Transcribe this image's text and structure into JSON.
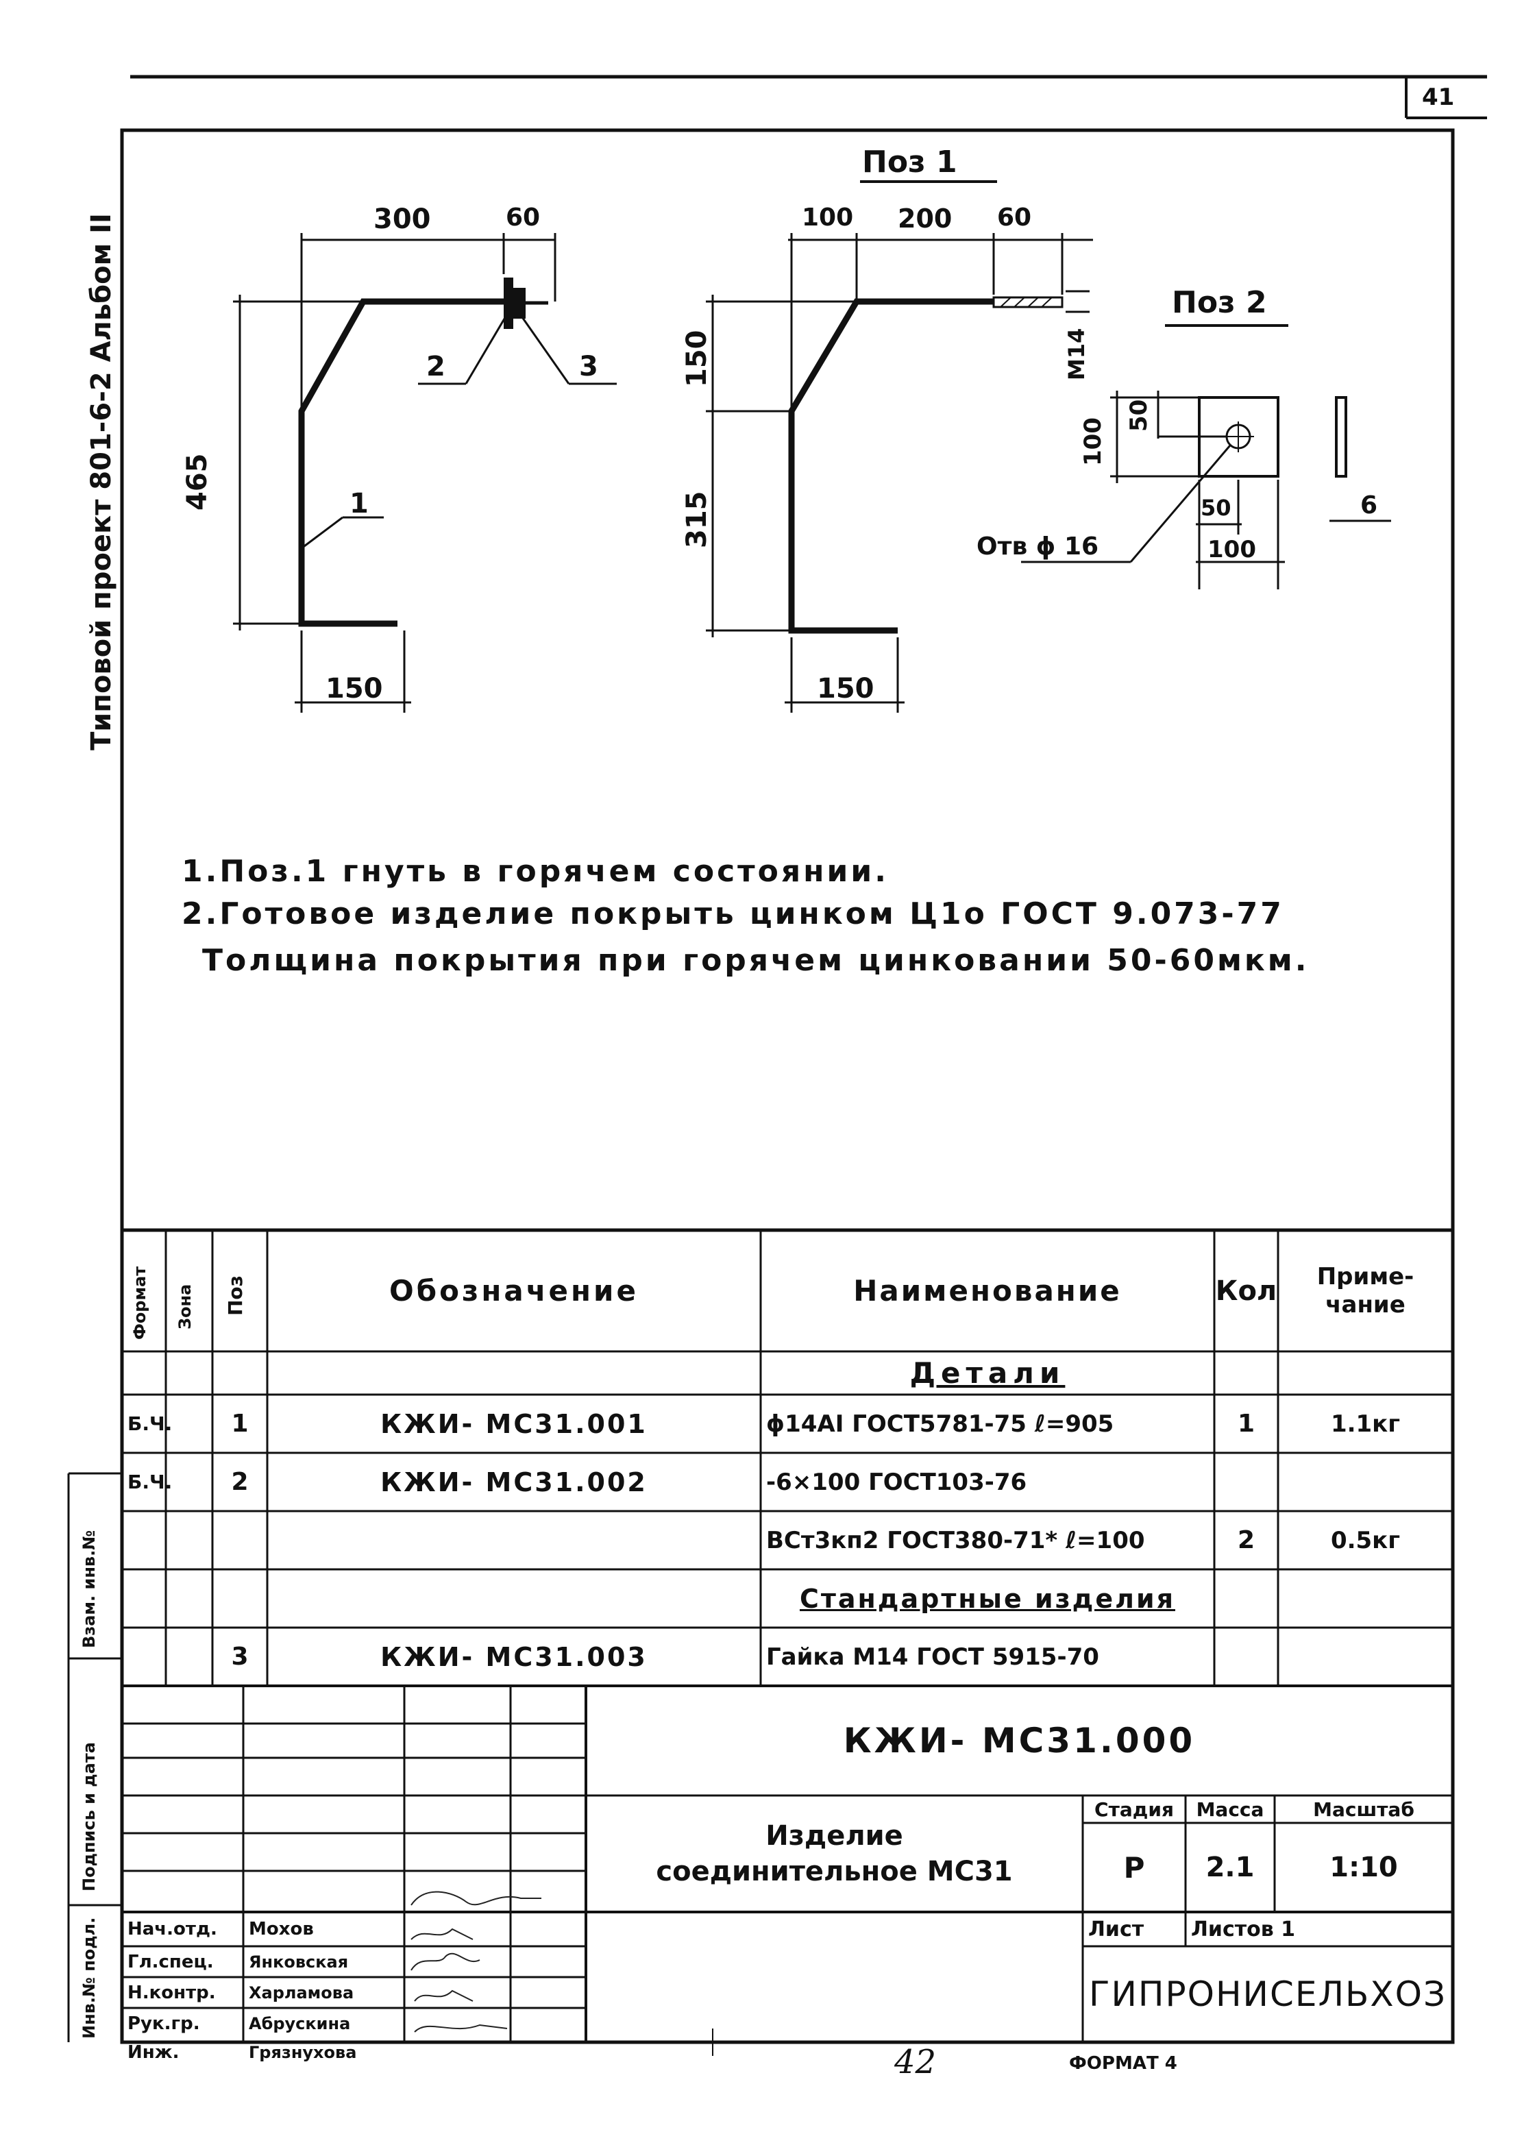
{
  "sheet_number": "41",
  "page_number_handwritten": "42",
  "format_label": "ФОРМАТ 4",
  "side_title": "Типовой проект 801-6-2 Альбом II",
  "side_stamps": [
    "Взам. инв.№",
    "Подпись и дата",
    "Инв.№ подл."
  ],
  "drawing_left": {
    "dims": [
      "300",
      "60",
      "465",
      "150"
    ],
    "callouts": [
      "1",
      "2",
      "3"
    ]
  },
  "drawing_pos1": {
    "title": "Поз 1",
    "dims": [
      "100",
      "200",
      "60",
      "150",
      "315",
      "150",
      "М14"
    ]
  },
  "drawing_pos2": {
    "title": "Поз 2",
    "dims": [
      "100",
      "50",
      "50",
      "100",
      "6"
    ],
    "hole": "Отв ϕ 16"
  },
  "notes": [
    "1.Поз.1 гнуть в горячем состоянии.",
    "2.Готовое изделие покрыть цинком Ц1о ГОСТ 9.073-77",
    "Толщина покрытия при горячем цинковании 50-60мкм."
  ],
  "spec_table": {
    "headers": {
      "format": "Формат",
      "zone": "Зона",
      "pos": "Поз",
      "designation": "Обозначение",
      "name": "Наименование",
      "qty": "Кол",
      "note": "Приме-чание"
    },
    "rows": [
      {
        "format": "",
        "pos": "",
        "designation": "",
        "name": "Детали",
        "qty": "",
        "note": ""
      },
      {
        "format": "Б.Ч.",
        "pos": "1",
        "designation": "КЖИ- МС31.001",
        "name": "ϕ14АI ГОСТ5781-75 ℓ=905",
        "qty": "1",
        "note": "1.1кг"
      },
      {
        "format": "Б.Ч.",
        "pos": "2",
        "designation": "КЖИ- МС31.002",
        "name": "-6×100 ГОСТ103-76",
        "qty": "",
        "note": ""
      },
      {
        "format": "",
        "pos": "",
        "designation": "",
        "name": "ВСт3кп2 ГОСТ380-71* ℓ=100",
        "qty": "2",
        "note": "0.5кг"
      },
      {
        "format": "",
        "pos": "",
        "designation": "",
        "name": "Стандартные изделия",
        "qty": "",
        "note": ""
      },
      {
        "format": "",
        "pos": "3",
        "designation": "КЖИ- МС31.003",
        "name": "Гайка М14 ГОСТ 5915-70",
        "qty": "",
        "note": ""
      }
    ]
  },
  "title_block": {
    "doc_code": "КЖИ- МС31.000",
    "item_name": "Изделие соединительное МС31",
    "stage_label": "Стадия",
    "stage": "Р",
    "mass_label": "Масса",
    "mass": "2.1",
    "scale_label": "Масштаб",
    "scale": "1:10",
    "sheet_label": "Лист",
    "sheets_label": "Листов 1",
    "organization": "ГИПРОНИСЕЛЬХОЗ",
    "signatures": [
      {
        "role": "Нач.отд.",
        "name": "Мохов"
      },
      {
        "role": "Гл.спец.",
        "name": "Янковская"
      },
      {
        "role": "Н.контр.",
        "name": "Харламова"
      },
      {
        "role": "Рук.гр.",
        "name": "Абрускина"
      },
      {
        "role": "Инж.",
        "name": "Грязнухова"
      }
    ]
  }
}
